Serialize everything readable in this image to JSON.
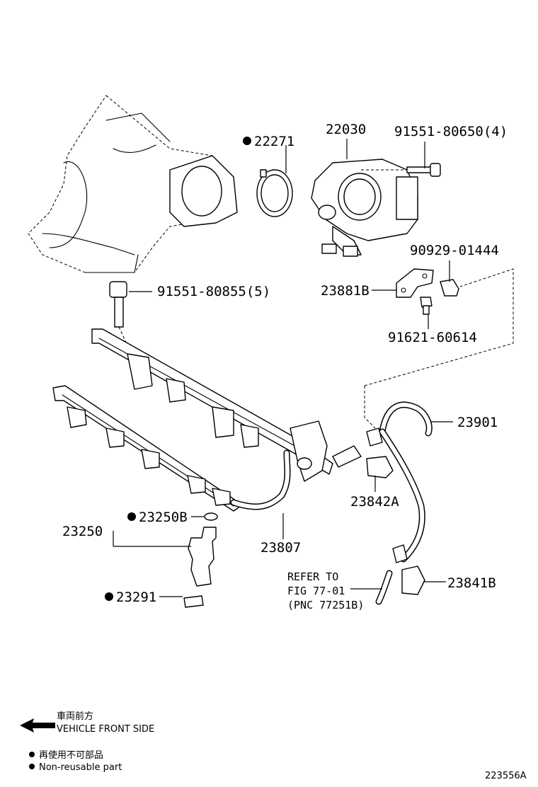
{
  "callouts": {
    "p22271": "22271",
    "p22030": "22030",
    "p91551_80650": "91551-80650(4)",
    "p90929_01444": "90929-01444",
    "p23881b": "23881B",
    "p91551_80855": "91551-80855(5)",
    "p91621_60614": "91621-60614",
    "p23901": "23901",
    "p23842a": "23842A",
    "p23250b": "23250B",
    "p23250": "23250",
    "p23807": "23807",
    "p23291": "23291",
    "p23841b": "23841B"
  },
  "refer": {
    "line1": "REFER TO",
    "line2": "FIG 77-01",
    "line3": "(PNC 77251B)"
  },
  "legend": {
    "front_jp": "車両前方",
    "front_en": "VEHICLE FRONT SIDE",
    "nonreuse_jp": "再使用不可部品",
    "nonreuse_en": "Non-reusable part"
  },
  "figure_id": "223556A"
}
